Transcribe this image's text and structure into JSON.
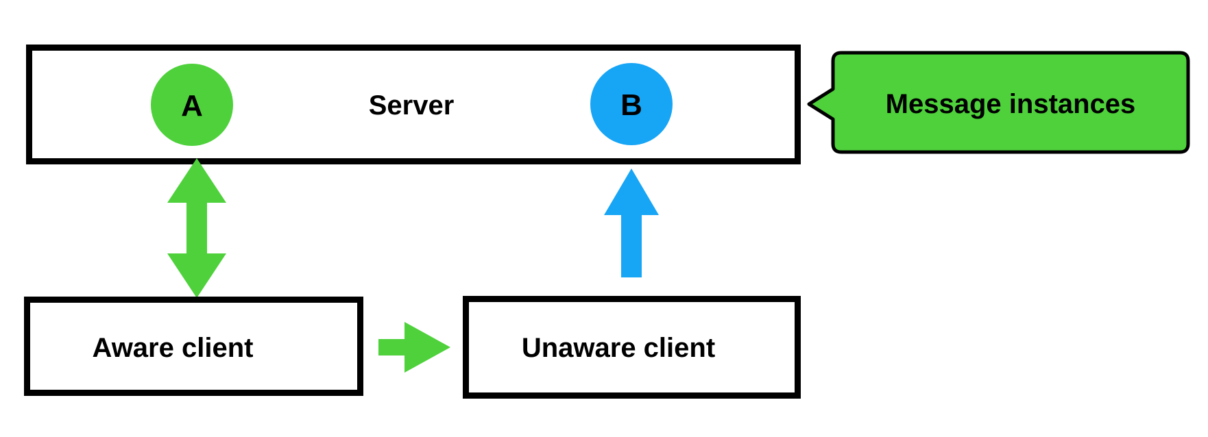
{
  "colors": {
    "green": "#4ed13b",
    "blue": "#17a5f5",
    "black": "#000000",
    "background": "#ffffff"
  },
  "diagram": {
    "server": {
      "label": "Server"
    },
    "instance_a": {
      "label": "A"
    },
    "instance_b": {
      "label": "B"
    },
    "callout": {
      "label": "Message instances"
    },
    "aware_client": {
      "label": "Aware client"
    },
    "unaware_client": {
      "label": "Unaware client"
    }
  }
}
